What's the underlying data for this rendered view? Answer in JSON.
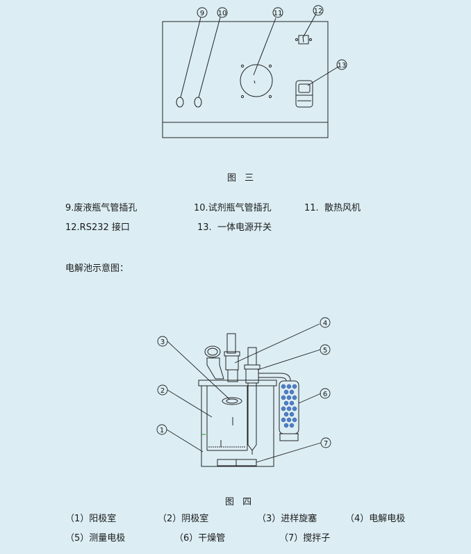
{
  "figure3": {
    "caption": "图 三",
    "callouts": [
      "9",
      "10",
      "11",
      "12",
      "13"
    ],
    "legend": [
      "9.废液瓶气管插孔",
      "10.试剂瓶气管插孔",
      "11.  散热风机",
      "12.RS232 接口",
      "13.  一体电源开关"
    ]
  },
  "section_heading": "电解池示意图：",
  "figure4": {
    "caption": "图 四",
    "callouts": [
      "1",
      "2",
      "3",
      "4",
      "5",
      "6",
      "7"
    ],
    "legend": [
      "（1）阳极室",
      "（2）阴极室",
      "（3）进样旋塞",
      "（4）电解电极",
      "（5）测量电极",
      "（6）干燥管",
      "（7）搅拌子"
    ]
  },
  "colors": {
    "background": "#dceef4",
    "line": "#222222",
    "desiccant": "#4f7fc9",
    "accent_green": "#3aaa35"
  }
}
